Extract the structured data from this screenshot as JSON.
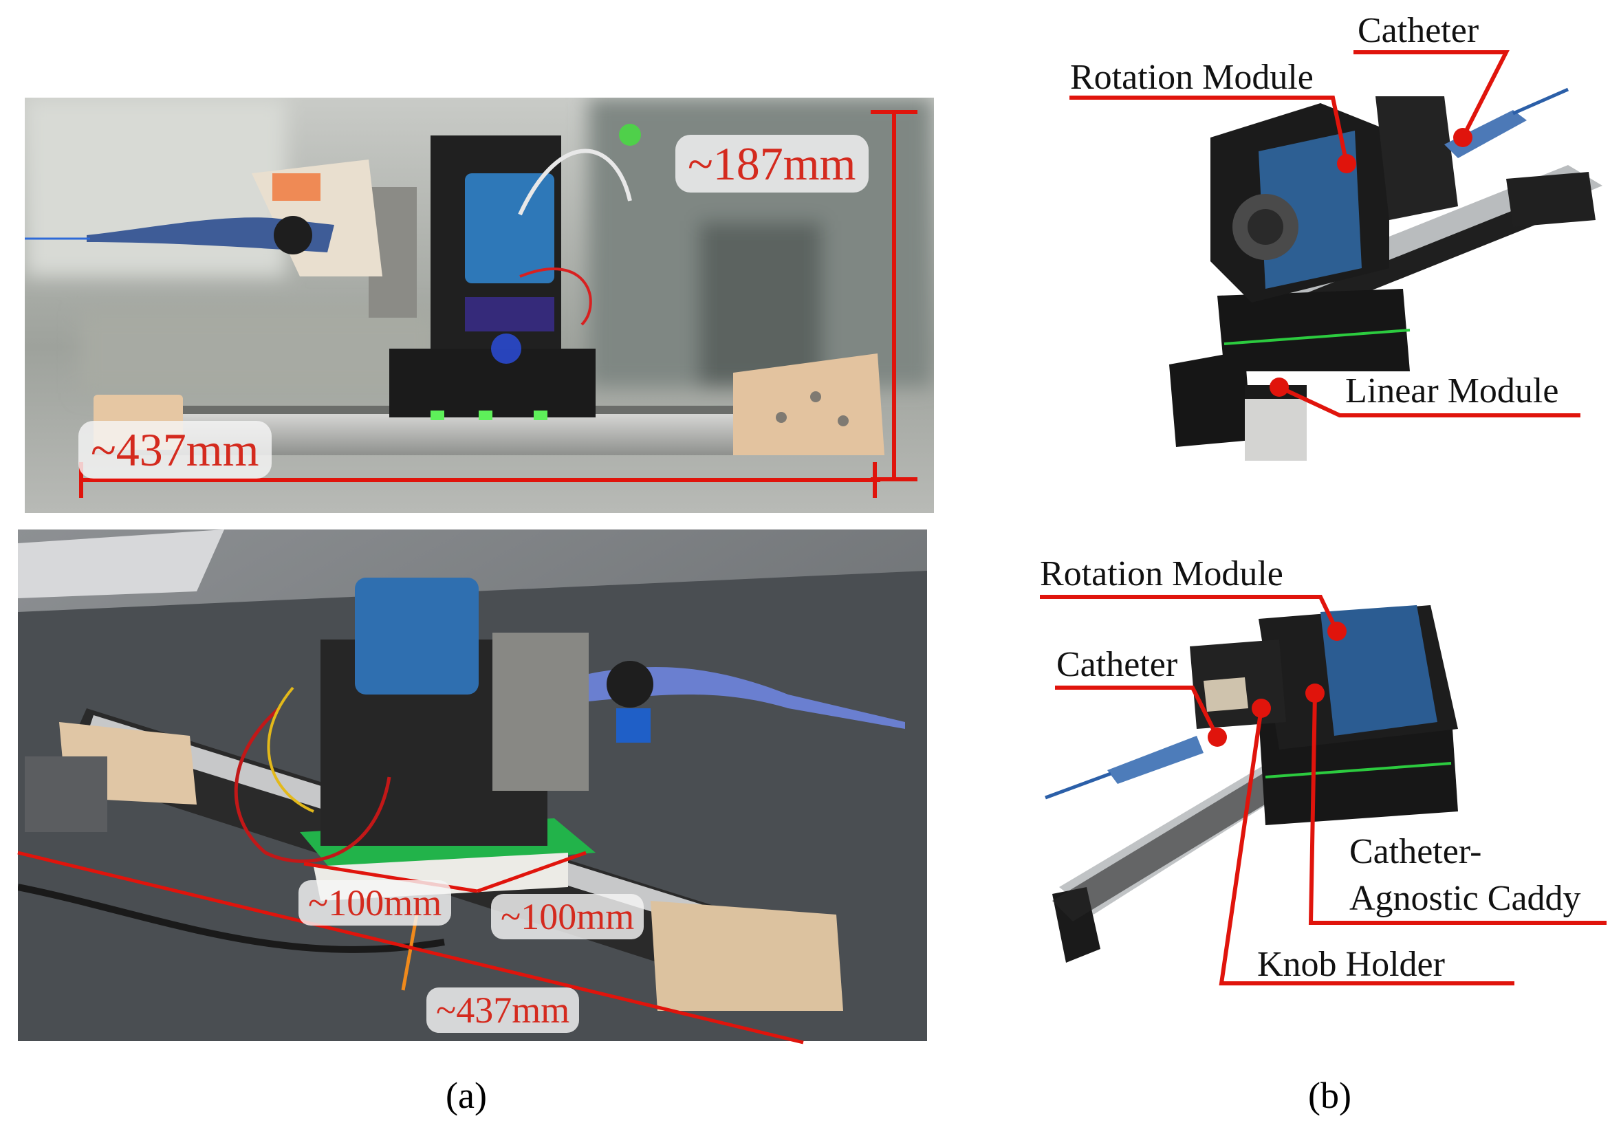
{
  "panel_a": {
    "side_view": {
      "height_label": "~187mm",
      "length_label": "~437mm"
    },
    "angled_view": {
      "width_label": "~100mm",
      "depth_label": "~100mm",
      "length_label": "~437mm"
    },
    "caption": "(a)"
  },
  "panel_b": {
    "top_render": {
      "catheter": "Catheter",
      "rotation_module": "Rotation Module",
      "linear_module": "Linear Module"
    },
    "bottom_render": {
      "rotation_module": "Rotation Module",
      "catheter": "Catheter",
      "caddy_line1": "Catheter-",
      "caddy_line2": "Agnostic Caddy",
      "knob_holder": "Knob Holder"
    },
    "caption": "(b)"
  },
  "colors": {
    "annotation_red": "#e0140c",
    "label_red": "#d42a1e"
  }
}
